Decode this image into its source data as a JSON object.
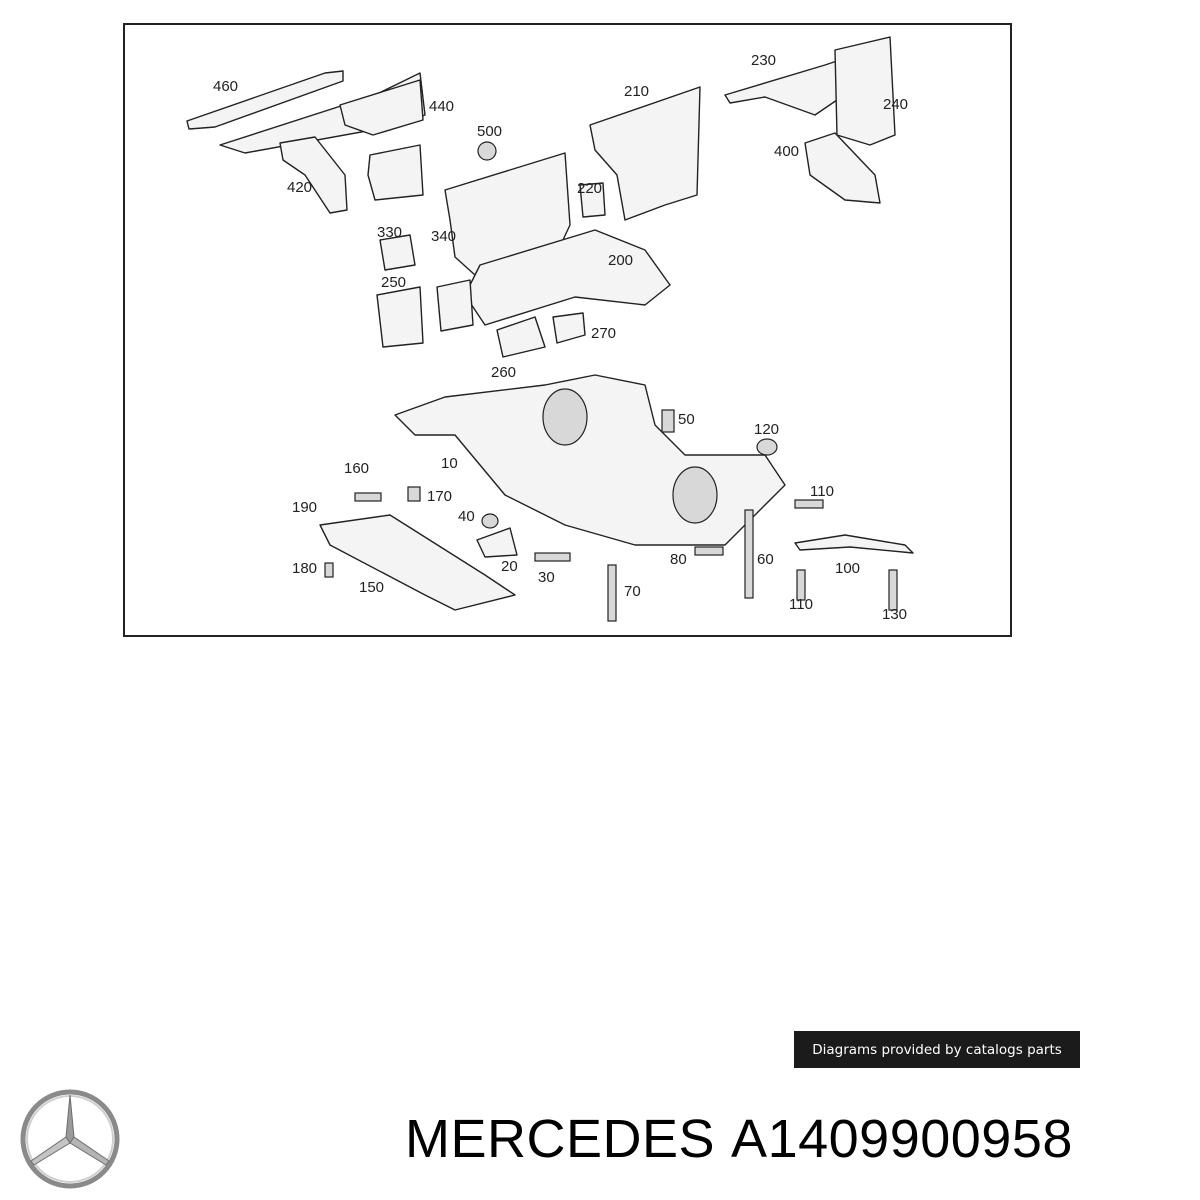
{
  "diagram": {
    "callouts": [
      "460",
      "440",
      "500",
      "210",
      "230",
      "240",
      "420",
      "400",
      "220",
      "330",
      "340",
      "200",
      "250",
      "270",
      "260",
      "50",
      "120",
      "10",
      "160",
      "170",
      "190",
      "110",
      "40",
      "20",
      "80",
      "60",
      "180",
      "30",
      "100",
      "150",
      "70",
      "110",
      "130"
    ]
  },
  "banner": {
    "text": "Diagrams provided by catalogs parts"
  },
  "brand": {
    "name": "MERCEDES",
    "part_number": "A1409900958",
    "logo_icon": "mercedes-star-icon"
  },
  "colors": {
    "banner_bg": "#1b1b1b",
    "banner_text": "#ffffff",
    "frame_border": "#222222"
  }
}
